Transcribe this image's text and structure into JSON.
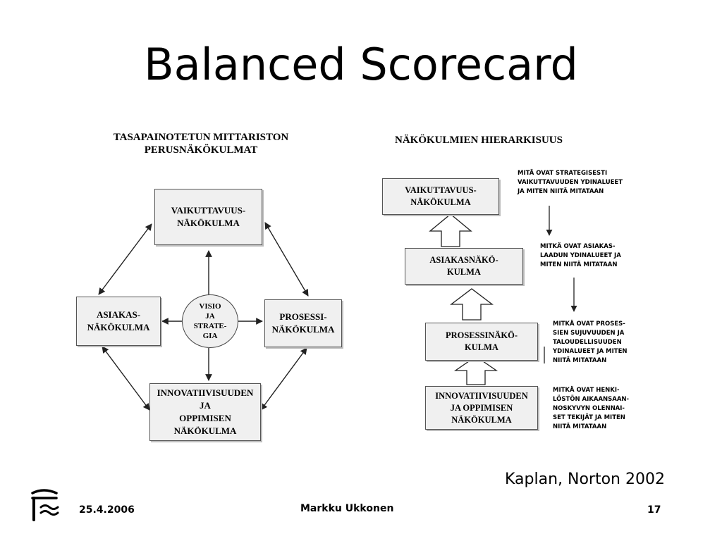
{
  "slide": {
    "title": "Balanced Scorecard",
    "source": "Kaplan, Norton 2002"
  },
  "left_diagram": {
    "heading": [
      "TASAPAINOTETUN MITTARISTON",
      "PERUSNÄKÖKULMAT"
    ],
    "top_box": [
      "VAIKUTTAVUUS-",
      "NÄKÖKULMA"
    ],
    "left_box": [
      "ASIAKAS-",
      "NÄKÖKULMA"
    ],
    "right_box": [
      "PROSESSI-",
      "NÄKÖKULMA"
    ],
    "bottom_box": [
      "INNOVATIIVISUUDEN",
      "JA",
      "OPPIMISEN",
      "NÄKÖKULMA"
    ],
    "center": [
      "VISIO",
      "JA",
      "STRATE-",
      "GIA"
    ]
  },
  "right_diagram": {
    "heading": "NÄKÖKULMIEN HIERARKISUUS",
    "levels": [
      {
        "box": [
          "VAIKUTTAVUUS-",
          "NÄKÖKULMA"
        ],
        "note": [
          "MITÄ OVAT STRATEGISESTI",
          "VAIKUTTAVUUDEN YDINALUEET",
          "JA MITEN NIITÄ MITATAAN"
        ]
      },
      {
        "box": [
          "ASIAKASNÄKÖ-",
          "KULMA"
        ],
        "note": [
          "MITKÄ OVAT ASIAKAS-",
          "LAADUN YDINALUEET JA",
          "MITEN NIITÄ MITATAAN"
        ]
      },
      {
        "box": [
          "PROSESSINÄKÖ-",
          "KULMA"
        ],
        "note": [
          "MITKÄ OVAT PROSES-",
          "SIEN SUJUVUUDEN JA",
          "TALOUDELLISUUDEN",
          "YDINALUEET JA MITEN",
          "NIITÄ MITATAAN"
        ]
      },
      {
        "box": [
          "INNOVATIIVISUUDEN",
          "JA OPPIMISEN",
          "NÄKÖKULMA"
        ],
        "note": [
          "MITKÄ OVAT HENKI-",
          "LÖSTÖN AIKAANSAAN-",
          "NOSKYVYN OLENNAI-",
          "SET TEKIJÄT JA MITEN",
          "NIITÄ MITATAAN"
        ]
      }
    ]
  },
  "footer": {
    "date": "25.4.2006",
    "author": "Markku Ukkonen",
    "page": "17"
  }
}
